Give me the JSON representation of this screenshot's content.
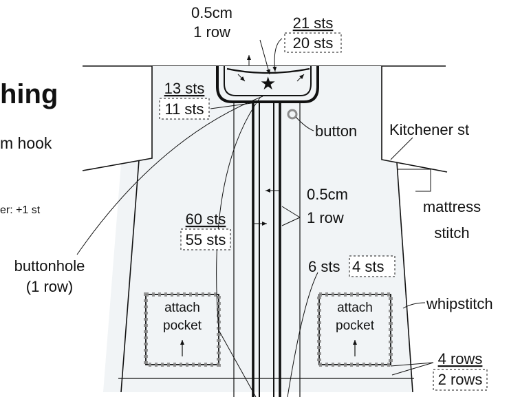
{
  "side_text": {
    "heading": "hing",
    "hook": "m hook",
    "note": "er: +1 st"
  },
  "labels": {
    "neck_band_width": "0.5cm",
    "neck_band_rows": "1 row",
    "neck_sts_a": "21 sts",
    "neck_sts_b": "20 sts",
    "collar_side_sts_a": "13 sts",
    "collar_side_sts_b": "11 sts",
    "button": "button",
    "kitchener": "Kitchener st",
    "front_band_width": "0.5cm",
    "front_band_rows": "1 row",
    "front_sts_a": "60 sts",
    "front_sts_b": "55 sts",
    "mattress_1": "mattress",
    "mattress_2": "stitch",
    "buttonhole_1": "buttonhole",
    "buttonhole_2": "(1 row)",
    "hem_sts_a": "6 sts",
    "hem_sts_b": "4 sts",
    "whipstitch": "whipstitch",
    "pocket_left_1": "attach",
    "pocket_left_2": "pocket",
    "pocket_right_1": "attach",
    "pocket_right_2": "pocket",
    "hem_rows_a": "4 rows",
    "hem_rows_b": "2 rows"
  },
  "colors": {
    "line": "#111111",
    "fill": "#f1f4f6",
    "stitch_grey": "#8c8c8c"
  }
}
